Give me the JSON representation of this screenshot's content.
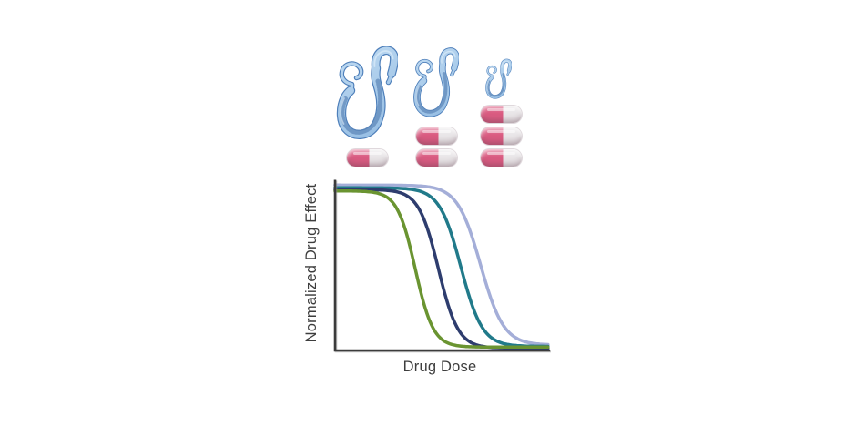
{
  "illustration": {
    "worm_groups": [
      {
        "worm": "c-elegans-large",
        "pill_count": 1
      },
      {
        "worm": "c-elegans-medium",
        "pill_count": 2
      },
      {
        "worm": "c-elegans-small",
        "pill_count": 3
      }
    ],
    "colors": {
      "worm_outline": "#4e7fba",
      "worm_body_light": "#c3ddf3",
      "worm_body_dark": "#8fb9e1",
      "worm_texture": "#5d86b9",
      "worm_highlight": "#e8f4fd",
      "pill_pink": "#db5c82",
      "pill_white": "#eae7e9"
    }
  },
  "chart_data": {
    "type": "line",
    "title": "",
    "xlabel": "Drug Dose",
    "ylabel": "Normalized Drug Effect",
    "x_range": [
      0,
      1
    ],
    "y_range": [
      0,
      1
    ],
    "grid": false,
    "legend": false,
    "axes_color": "#3b3b3b",
    "series": [
      {
        "name": "curve-green",
        "color": "#6a9431",
        "sigmoid": {
          "x0": 0.375,
          "k": 0.042,
          "top": 0.94,
          "bottom": 0.02
        }
      },
      {
        "name": "curve-navy",
        "color": "#2e3d6e",
        "sigmoid": {
          "x0": 0.483,
          "k": 0.046,
          "top": 0.948,
          "bottom": 0.014
        }
      },
      {
        "name": "curve-teal",
        "color": "#217a8a",
        "sigmoid": {
          "x0": 0.588,
          "k": 0.05,
          "top": 0.958,
          "bottom": 0.024
        }
      },
      {
        "name": "curve-periwinkle",
        "color": "#a4aed8",
        "sigmoid": {
          "x0": 0.68,
          "k": 0.054,
          "top": 0.974,
          "bottom": 0.032
        }
      }
    ]
  }
}
